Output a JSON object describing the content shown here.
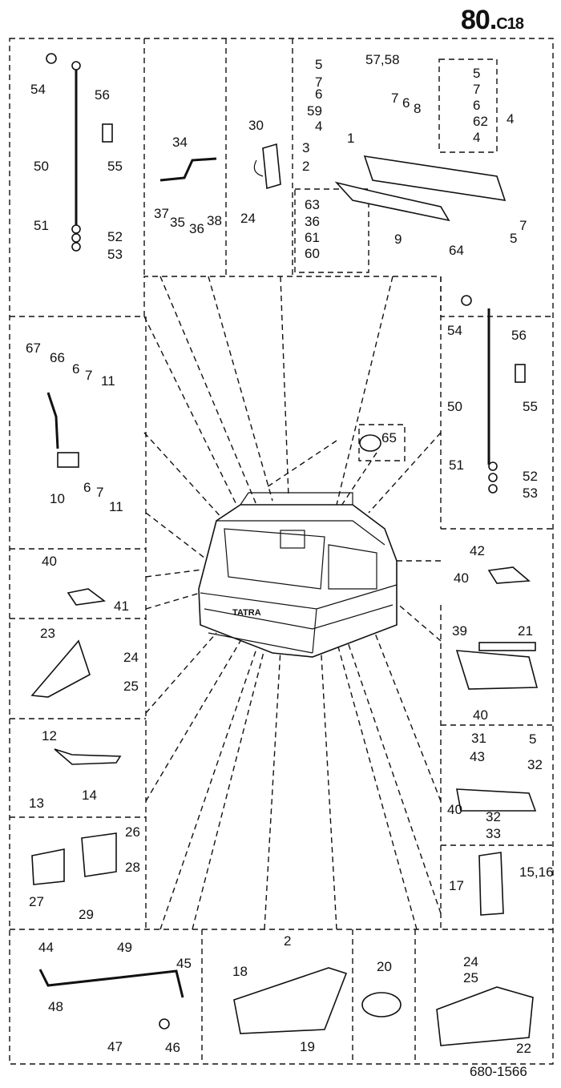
{
  "header": {
    "page_number": "80.",
    "section": "C18"
  },
  "footer": {
    "drawing_ref": "680-1566"
  },
  "parts": {
    "p1": "1",
    "p2": "2",
    "p3": "3",
    "p4": "4",
    "p4b": "4",
    "p4c": "4",
    "p5": "5",
    "p5b": "5",
    "p5c": "5",
    "p5d": "5",
    "p6": "6",
    "p6b": "6",
    "p6c": "6",
    "p6d": "6",
    "p7": "7",
    "p7b": "7",
    "p7c": "7",
    "p7d": "7",
    "p7e": "7",
    "p7f": "7",
    "p8": "8",
    "p9": "9",
    "p10": "10",
    "p11": "11",
    "p11b": "11",
    "p12": "12",
    "p13": "13",
    "p14": "14",
    "p1516": "15,16",
    "p17": "17",
    "p18": "18",
    "p19": "19",
    "p2b": "2",
    "p20": "20",
    "p21": "21",
    "p22": "22",
    "p23": "23",
    "p24": "24",
    "p24b": "24",
    "p24c": "24",
    "p25": "25",
    "p25b": "25",
    "p26": "26",
    "p27": "27",
    "p28": "28",
    "p29": "29",
    "p30": "30",
    "p31": "31",
    "p32": "32",
    "p32b": "32",
    "p33": "33",
    "p34": "34",
    "p35": "35",
    "p36": "36",
    "p36b": "36",
    "p37": "37",
    "p38": "38",
    "p39": "39",
    "p40": "40",
    "p40b": "40",
    "p40c": "40",
    "p40d": "40",
    "p41": "41",
    "p42": "42",
    "p43": "43",
    "p44": "44",
    "p45": "45",
    "p46": "46",
    "p47": "47",
    "p48": "48",
    "p49": "49",
    "p50": "50",
    "p50b": "50",
    "p51": "51",
    "p51b": "51",
    "p52": "52",
    "p52b": "52",
    "p53": "53",
    "p53b": "53",
    "p54": "54",
    "p54b": "54",
    "p55": "55",
    "p55b": "55",
    "p56": "56",
    "p56b": "56",
    "p5758": "57,58",
    "p59": "59",
    "p60": "60",
    "p61": "61",
    "p62": "62",
    "p63": "63",
    "p64": "64",
    "p65": "65",
    "p66": "66",
    "p67": "67"
  },
  "grille_text": "TATRA"
}
